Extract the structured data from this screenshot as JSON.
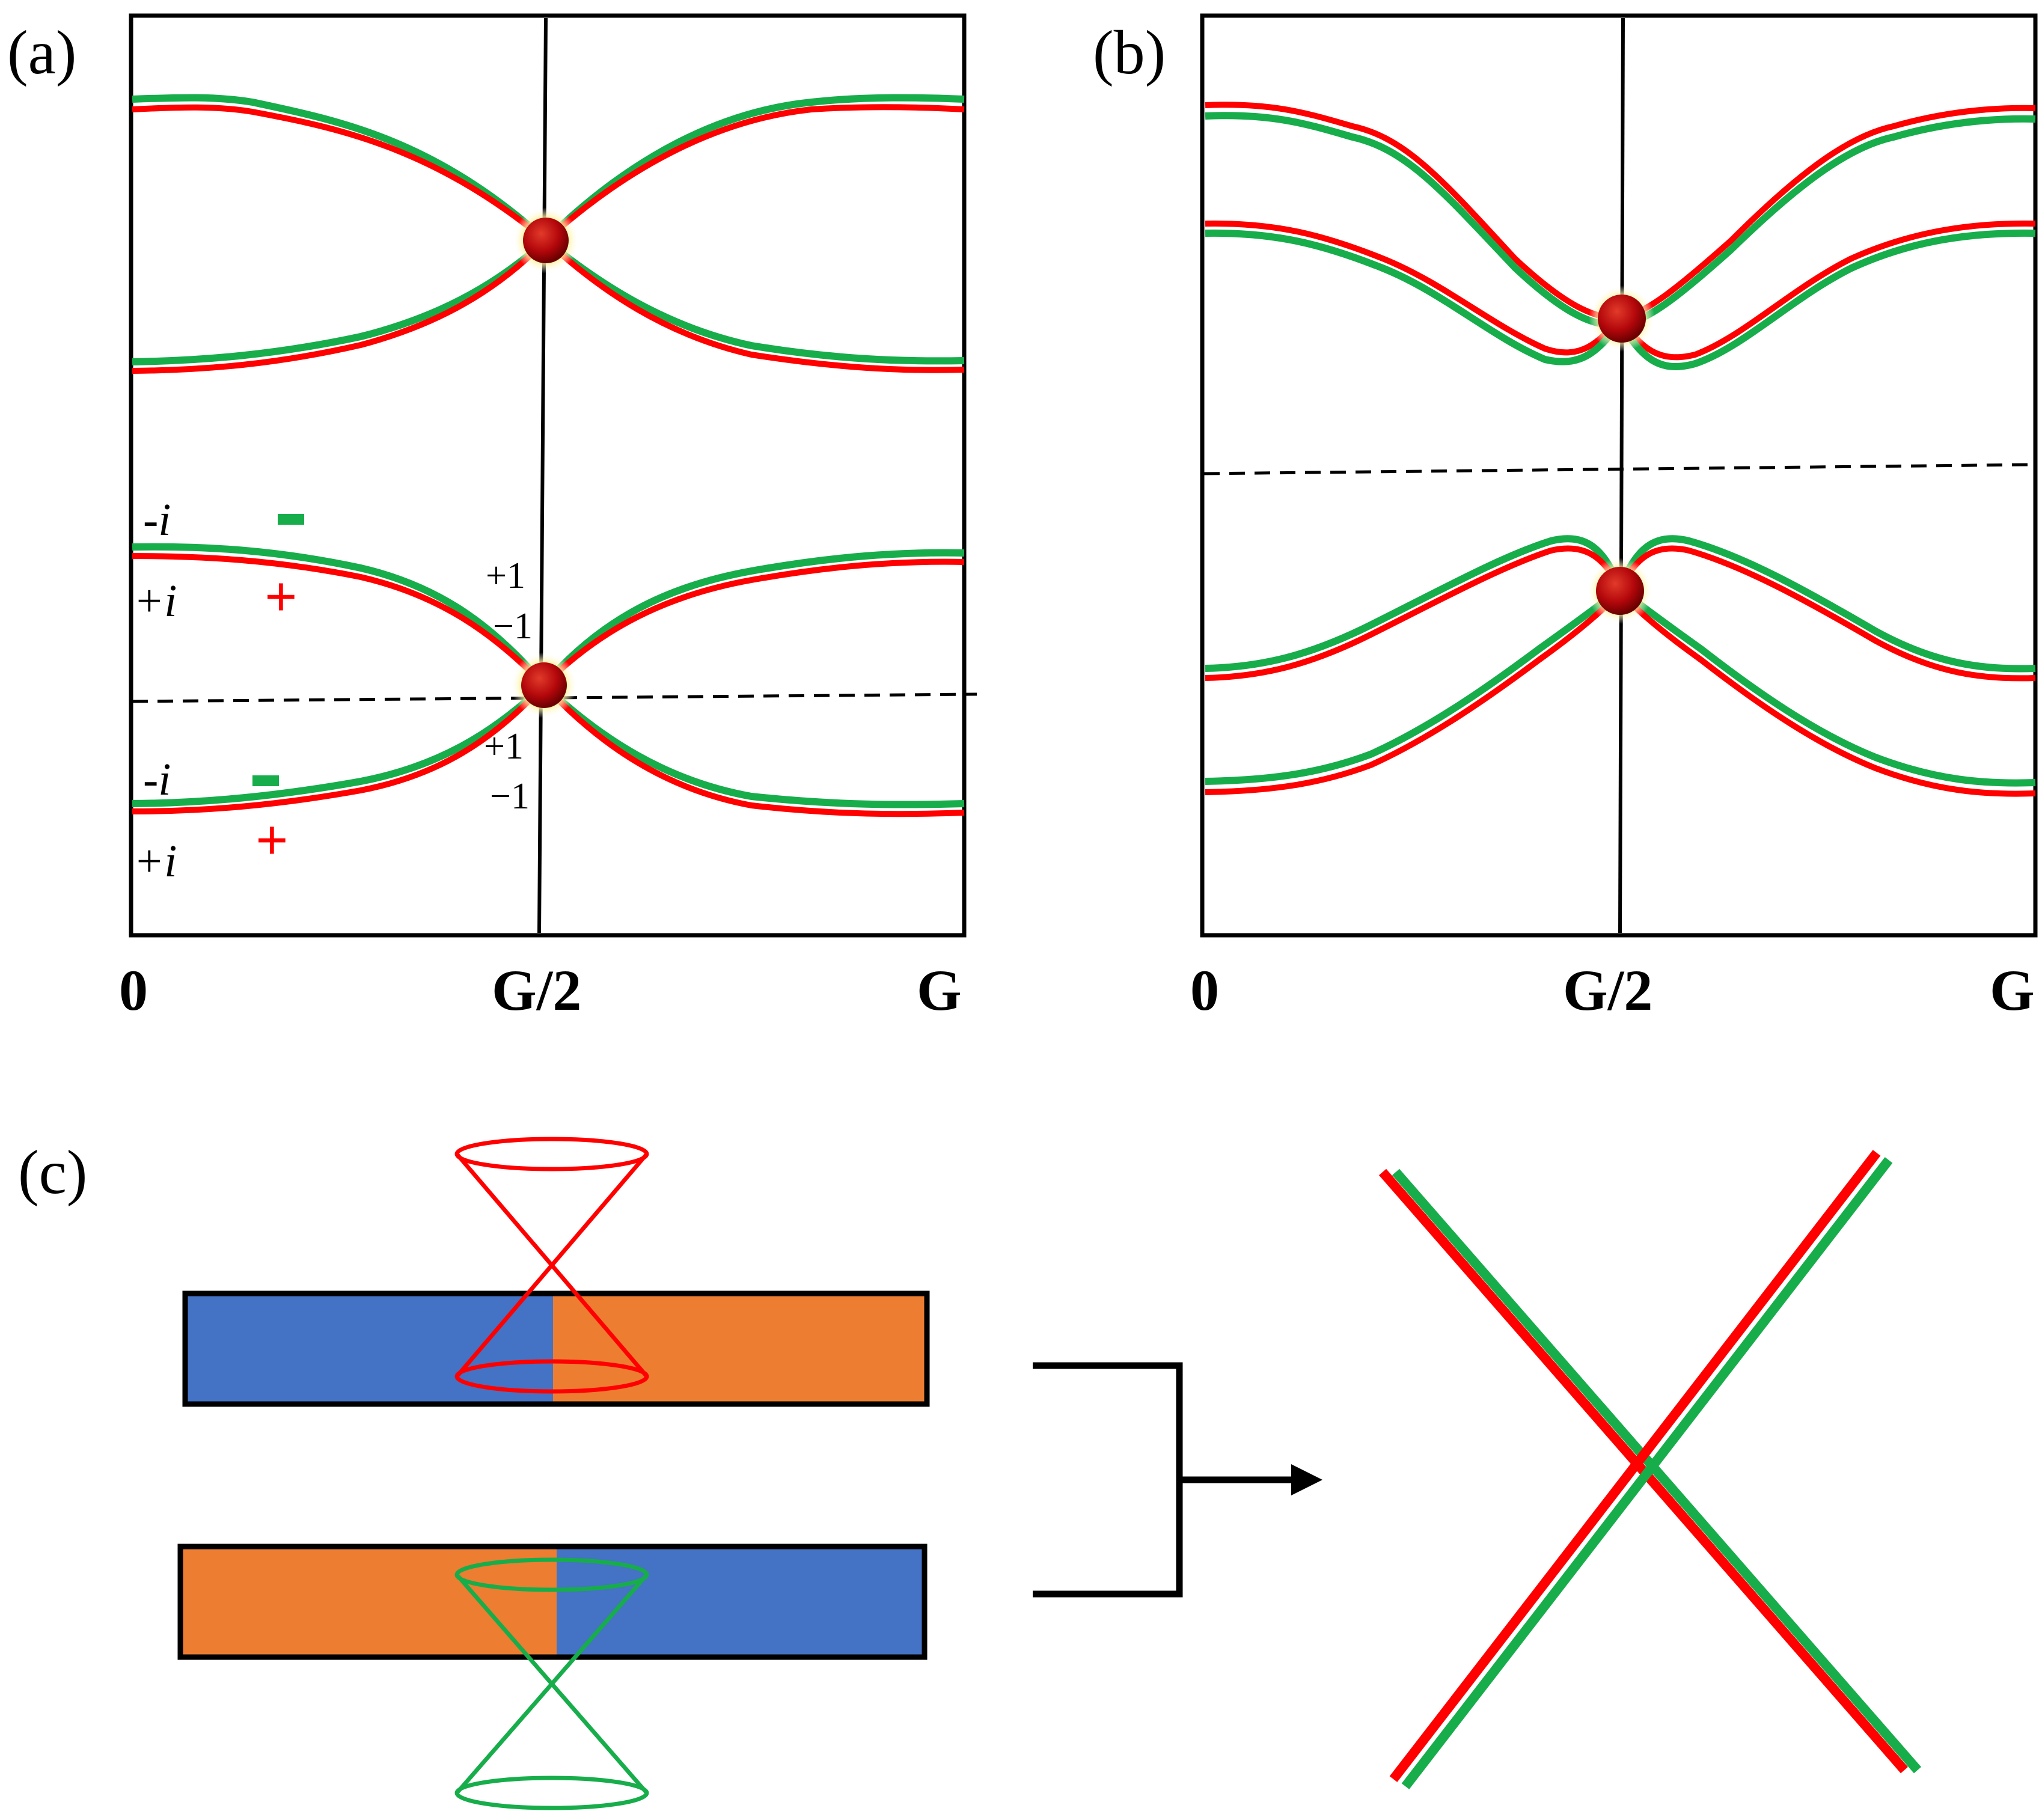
{
  "panel_a": {
    "label": "(a)",
    "ticks": [
      "0",
      "G/2",
      "G"
    ],
    "ann_minus_i_top": "-i",
    "ann_plus_i_top": "+i",
    "ann_minus_i_bot": "-i",
    "ann_plus_i_bot": "+i",
    "sign_minus_top": "−",
    "sign_plus_top": "+",
    "sign_minus_bot": "−",
    "sign_plus_bot": "+",
    "node_p1_top": "+1",
    "node_m1_top": "−1",
    "node_p1_bot": "+1",
    "node_m1_bot": "−1"
  },
  "panel_b": {
    "label": "(b)",
    "ticks": [
      "0",
      "G/2",
      "G"
    ]
  },
  "panel_c": {
    "label": "(c)"
  },
  "colors": {
    "red": "#ff0000",
    "green": "#17ad4b",
    "blue": "#4472c4",
    "orange": "#ed7d31",
    "node": "#b3070b",
    "glow": "#fff3a0"
  }
}
